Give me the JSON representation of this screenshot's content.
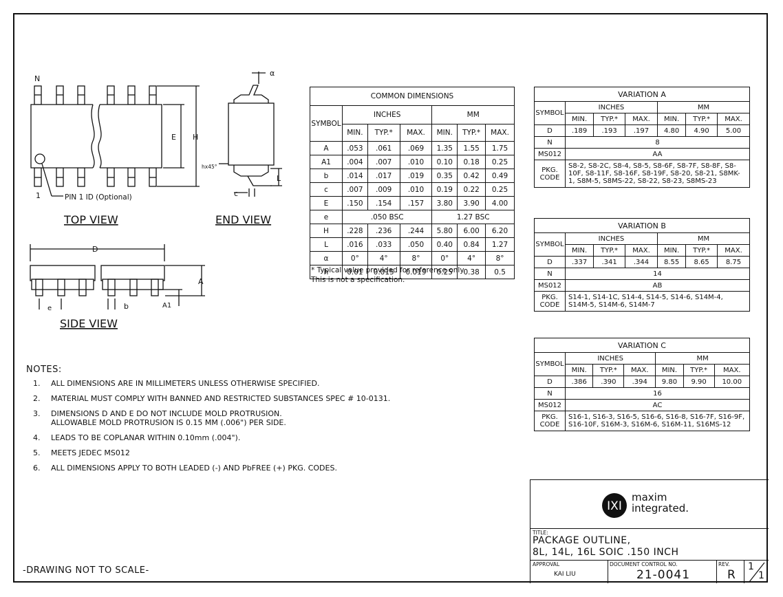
{
  "views": {
    "top": "TOP VIEW",
    "end": "END VIEW",
    "side": "SIDE VIEW"
  },
  "labels": {
    "n": "N",
    "one": "1",
    "pin1": "PIN 1 ID (Optional)",
    "e": "E",
    "h": "H",
    "d": "D",
    "a": "A",
    "a1": "A1",
    "b": "b",
    "e_small": "e",
    "c": "c",
    "l": "L",
    "alpha": "α",
    "hx45": "hx45°"
  },
  "common": {
    "title": "COMMON DIMENSIONS",
    "symbol": "SYMBOL",
    "inches": "INCHES",
    "mm": "MM",
    "sub": [
      "MIN.",
      "TYP.*",
      "MAX.",
      "MIN.",
      "TYP.*",
      "MAX."
    ],
    "rows": [
      [
        "A",
        ".053",
        ".061",
        ".069",
        "1.35",
        "1.55",
        "1.75"
      ],
      [
        "A1",
        ".004",
        ".007",
        ".010",
        "0.10",
        "0.18",
        "0.25"
      ],
      [
        "b",
        ".014",
        ".017",
        ".019",
        "0.35",
        "0.42",
        "0.49"
      ],
      [
        "c",
        ".007",
        ".009",
        ".010",
        "0.19",
        "0.22",
        "0.25"
      ],
      [
        "E",
        ".150",
        ".154",
        ".157",
        "3.80",
        "3.90",
        "4.00"
      ],
      [
        "H",
        ".228",
        ".236",
        ".244",
        "5.80",
        "6.00",
        "6.20"
      ],
      [
        "L",
        ".016",
        ".033",
        ".050",
        "0.40",
        "0.84",
        "1.27"
      ],
      [
        "α",
        "0°",
        "4°",
        "8°",
        "0°",
        "4°",
        "8°"
      ],
      [
        "h",
        "0.01",
        "0.015",
        "0.019",
        "0.25",
        "0.38",
        "0.5"
      ]
    ],
    "e_row": [
      "e",
      ".050 BSC",
      "1.27 BSC"
    ]
  },
  "footnote": "* Typical value provided for reference only.\n   This is not a specification.",
  "variations": [
    {
      "title": "VARIATION A",
      "d": [
        "D",
        ".189",
        ".193",
        ".197",
        "4.80",
        "4.90",
        "5.00"
      ],
      "n": "8",
      "ms": "AA",
      "codes": "S8-2, S8-2C, S8-4, S8-5, S8-6F, S8-7F, S8-8F, S8-10F, S8-11F, S8-16F, S8-19F, S8-20, S8-21, S8MK-1, S8M-5, S8MS-22, S8-22, S8-23, S8MS-23"
    },
    {
      "title": "VARIATION B",
      "d": [
        "D",
        ".337",
        ".341",
        ".344",
        "8.55",
        "8.65",
        "8.75"
      ],
      "n": "14",
      "ms": "AB",
      "codes": "S14-1, S14-1C, S14-4, S14-5, S14-6, S14M-4, S14M-5, S14M-6, S14M-7"
    },
    {
      "title": "VARIATION C",
      "d": [
        "D",
        ".386",
        ".390",
        ".394",
        "9.80",
        "9.90",
        "10.00"
      ],
      "n": "16",
      "ms": "AC",
      "codes": "S16-1, S16-3, S16-5, S16-6, S16-8, S16-7F, S16-9F, S16-10F, S16M-3, S16M-6, S16M-11, S16MS-12"
    }
  ],
  "var_labels": {
    "symbol": "SYMBOL",
    "inches": "INCHES",
    "mm": "MM",
    "sub": [
      "MIN.",
      "TYP.*",
      "MAX.",
      "MIN.",
      "TYP.*",
      "MAX."
    ],
    "n": "N",
    "ms": "MS012",
    "pkg": "PKG.",
    "code": "CODE"
  },
  "notes": {
    "heading": "NOTES:",
    "items": [
      {
        "n": "1.",
        "t": "ALL DIMENSIONS ARE IN MILLIMETERS UNLESS OTHERWISE SPECIFIED."
      },
      {
        "n": "2.",
        "t": "MATERIAL MUST COMPLY WITH BANNED AND RESTRICTED SUBSTANCES SPEC # 10-0131."
      },
      {
        "n": "3.",
        "t": "DIMENSIONS D AND E DO NOT INCLUDE MOLD PROTRUSION.\nALLOWABLE MOLD PROTRUSION IS 0.15 MM (.006\") PER SIDE."
      },
      {
        "n": "4.",
        "t": "LEADS TO BE COPLANAR WITHIN 0.10mm (.004\")."
      },
      {
        "n": "5.",
        "t": "MEETS JEDEC MS012"
      },
      {
        "n": "6.",
        "t": "ALL DIMENSIONS APPLY TO BOTH LEADED (-) AND PbFREE (+) PKG. CODES."
      }
    ]
  },
  "scale": "-DRAWING NOT TO SCALE-",
  "titleblock": {
    "logo1": "maxim",
    "logo2": "integrated.",
    "title_label": "TITLE:",
    "title1": "PACKAGE OUTLINE,",
    "title2": "8L, 14L, 16L SOIC .150 INCH",
    "approval_label": "APPROVAL",
    "approval": "KAI LIU",
    "doc_label": "DOCUMENT CONTROL NO.",
    "doc": "21-0041",
    "rev_label": "REV.",
    "rev": "R",
    "sheet1": "1",
    "sheet2": "1"
  }
}
